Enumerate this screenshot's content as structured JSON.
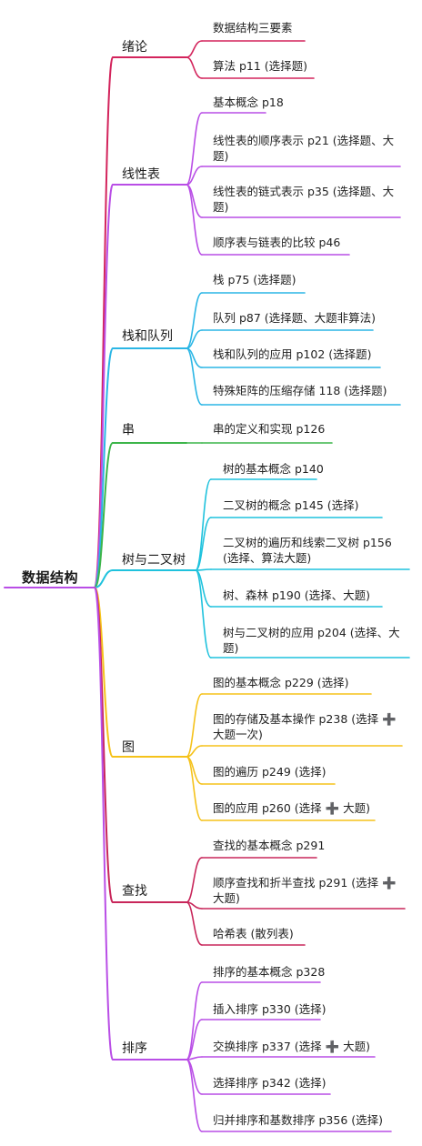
{
  "root": {
    "label": "数据结构"
  },
  "branches": [
    {
      "label": "绪论",
      "color": "#d3245c",
      "leaves": [
        "数据结构三要素",
        "算法 p11 (选择题)"
      ]
    },
    {
      "label": "线性表",
      "color": "#b94ee6",
      "leaves": [
        "基本概念 p18",
        "线性表的顺序表示 p21 (选择题、大题)",
        "线性表的链式表示 p35 (选择题、大题)",
        "顺序表与链表的比较 p46"
      ]
    },
    {
      "label": "栈和队列",
      "color": "#2bb6e5",
      "leaves": [
        "栈 p75 (选择题)",
        "队列 p87 (选择题、大题非算法)",
        "栈和队列的应用 p102 (选择题)",
        "特殊矩阵的压缩存储 118 (选择题)"
      ]
    },
    {
      "label": "串",
      "color": "#3cb54a",
      "leaves": [
        "串的定义和实现 p126"
      ]
    },
    {
      "label": "树与二叉树",
      "color": "#1fc2dd",
      "leaves": [
        "树的基本概念 p140",
        "二叉树的概念 p145 (选择)",
        "二叉树的遍历和线索二叉树 p156 (选择、算法大题)",
        "树、森林 p190 (选择、大题)",
        "树与二叉树的应用 p204 (选择、大题)"
      ]
    },
    {
      "label": "图",
      "color": "#f5c21a",
      "leaves": [
        "图的基本概念 p229 (选择)",
        "图的存储及基本操作 p238 (选择 ➕ 大题一次)",
        "图的遍历 p249 (选择)",
        "图的应用 p260 (选择 ➕ 大题)"
      ]
    },
    {
      "label": "查找",
      "color": "#c8265a",
      "leaves": [
        "查找的基本概念 p291",
        "顺序查找和折半查找 p291 (选择 ➕ 大题)",
        "哈希表 (散列表)"
      ]
    },
    {
      "label": "排序",
      "color": "#b94ee6",
      "leaves": [
        "排序的基本概念 p328",
        "插入排序 p330 (选择)",
        "交换排序 p337 (选择 ➕ 大题)",
        "选择排序 p342 (选择)",
        "归并排序和基数排序 p356 (选择)"
      ]
    }
  ]
}
